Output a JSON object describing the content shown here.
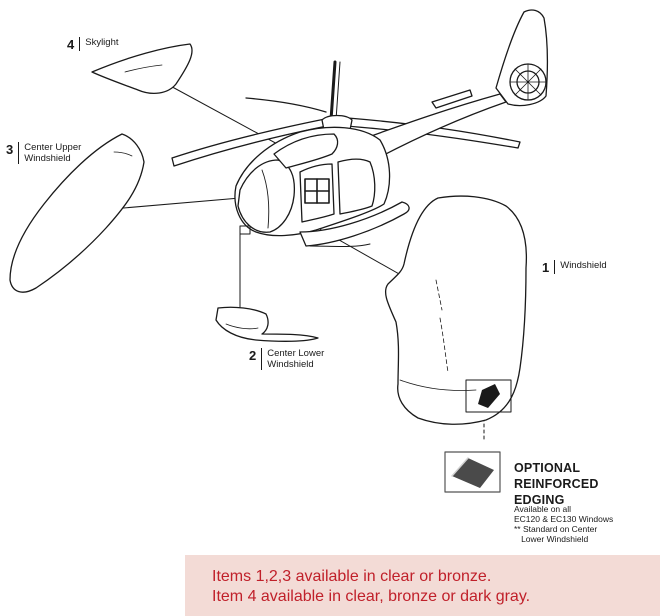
{
  "parts": [
    {
      "number": "4",
      "name_lines": [
        "Skylight"
      ]
    },
    {
      "number": "3",
      "name_lines": [
        "Center Upper",
        "Windshield"
      ]
    },
    {
      "number": "1",
      "name_lines": [
        "Windshield"
      ]
    },
    {
      "number": "2",
      "name_lines": [
        "Center Lower",
        "Windshield"
      ]
    }
  ],
  "edging": {
    "title_lines": [
      "OPTIONAL REINFORCED",
      "EDGING"
    ],
    "note_lines": [
      "Available on all",
      "EC120 & EC130 Windows",
      "** Standard on Center",
      "   Lower Windshield"
    ]
  },
  "availability": {
    "line1": "Items 1,2,3 available in clear or bronze.",
    "line2": "Item 4 available in clear, bronze or dark gray."
  },
  "colors": {
    "availability_background": "#f3dbd6",
    "availability_text": "#c0202a"
  }
}
